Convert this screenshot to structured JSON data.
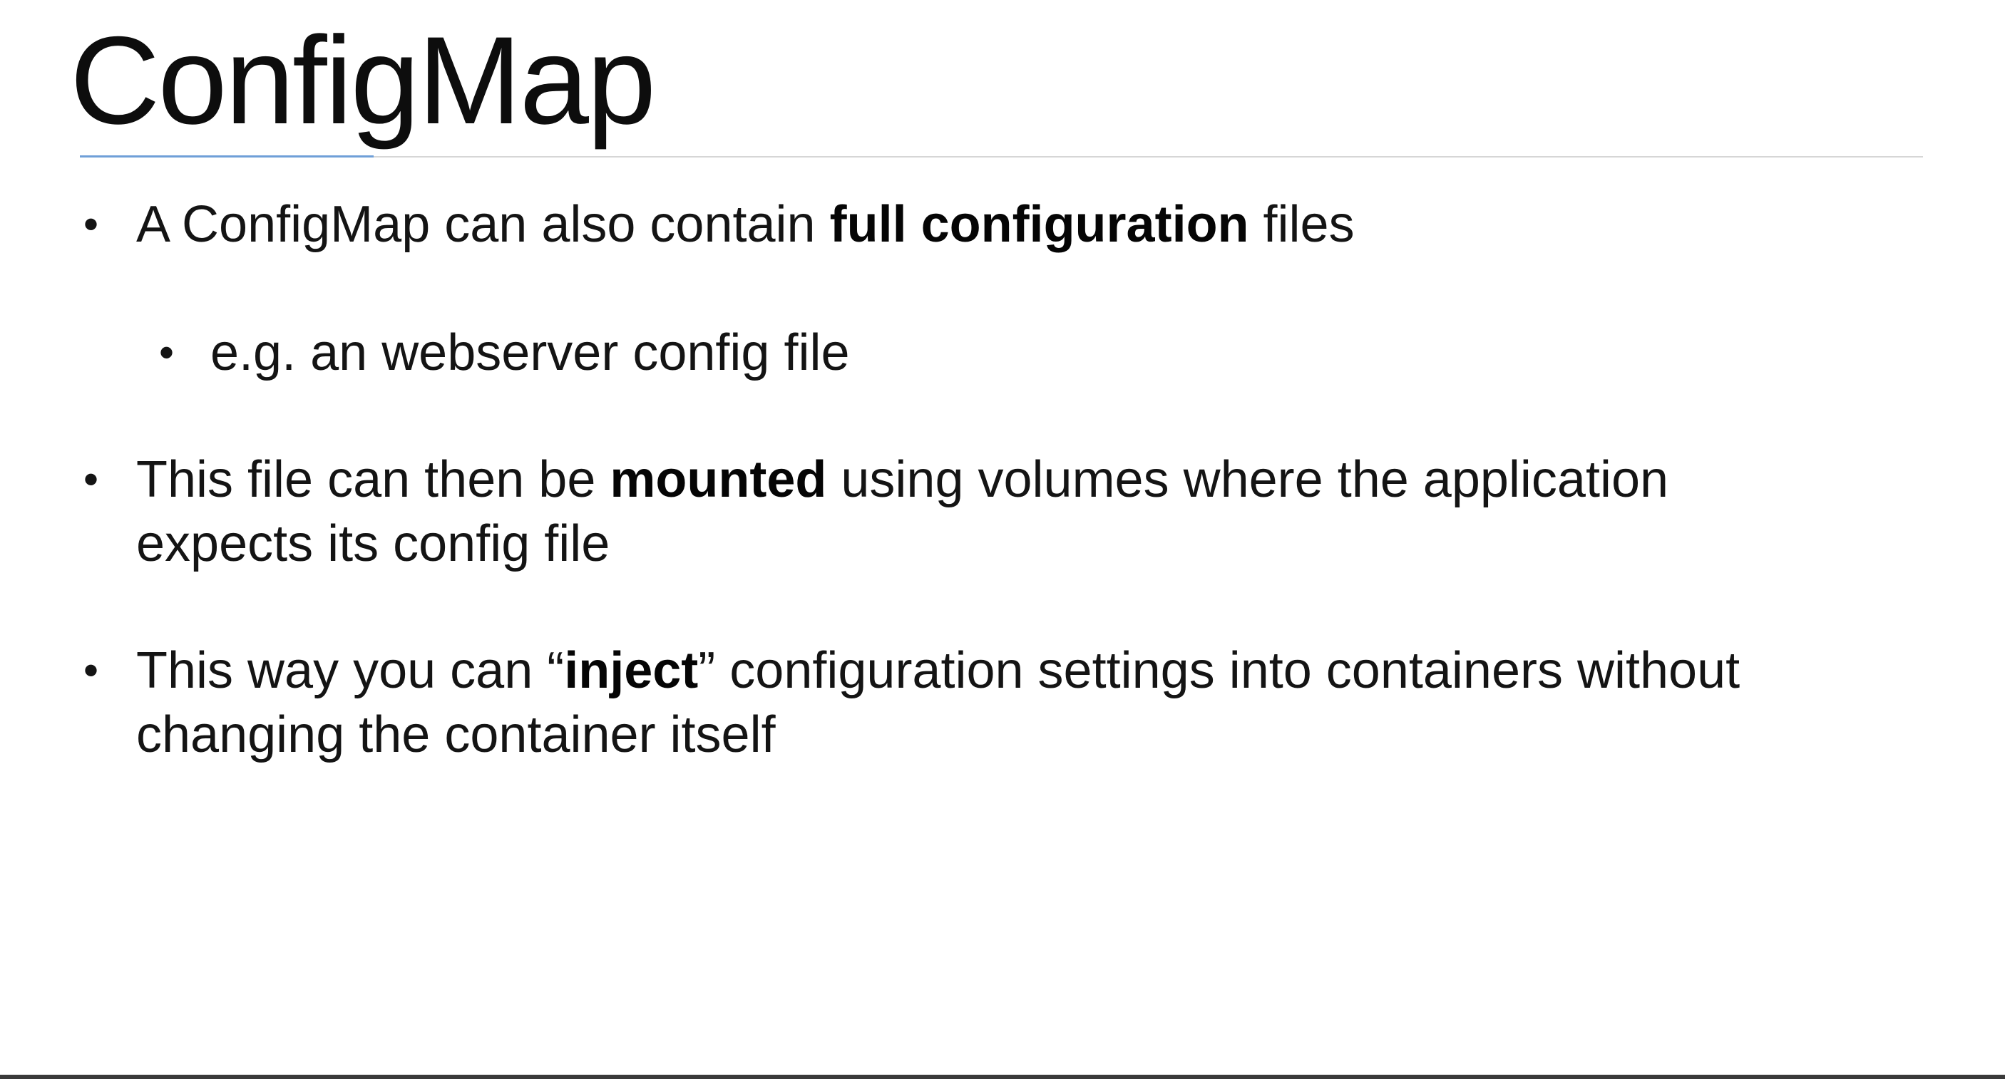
{
  "slide": {
    "title": "ConfigMap",
    "bullets": [
      {
        "level": 1,
        "bullet_symbol": "•",
        "lines": [
          {
            "before": "A ConfigMap can also contain ",
            "bold": "full configuration",
            "after": " files"
          }
        ]
      },
      {
        "level": 2,
        "bullet_symbol": "•",
        "lines": [
          {
            "before": "e.g. an webserver config file",
            "bold": "",
            "after": ""
          }
        ]
      },
      {
        "level": 1,
        "bullet_symbol": "•",
        "lines": [
          {
            "before": "This file can then be ",
            "bold": "mounted",
            "after": " using volumes where the application"
          },
          {
            "before": "expects its config file",
            "bold": "",
            "after": ""
          }
        ]
      },
      {
        "level": 1,
        "bullet_symbol": "•",
        "lines": [
          {
            "before": "This way you can “",
            "bold": "inject",
            "after": "” configuration settings into containers without"
          },
          {
            "before": "changing the container itself",
            "bold": "",
            "after": ""
          }
        ]
      }
    ]
  },
  "colors": {
    "title_rule": "#d6d6d6",
    "title_rule_accent": "#6f9fd8",
    "text": "#141414",
    "background": "#ffffff"
  }
}
